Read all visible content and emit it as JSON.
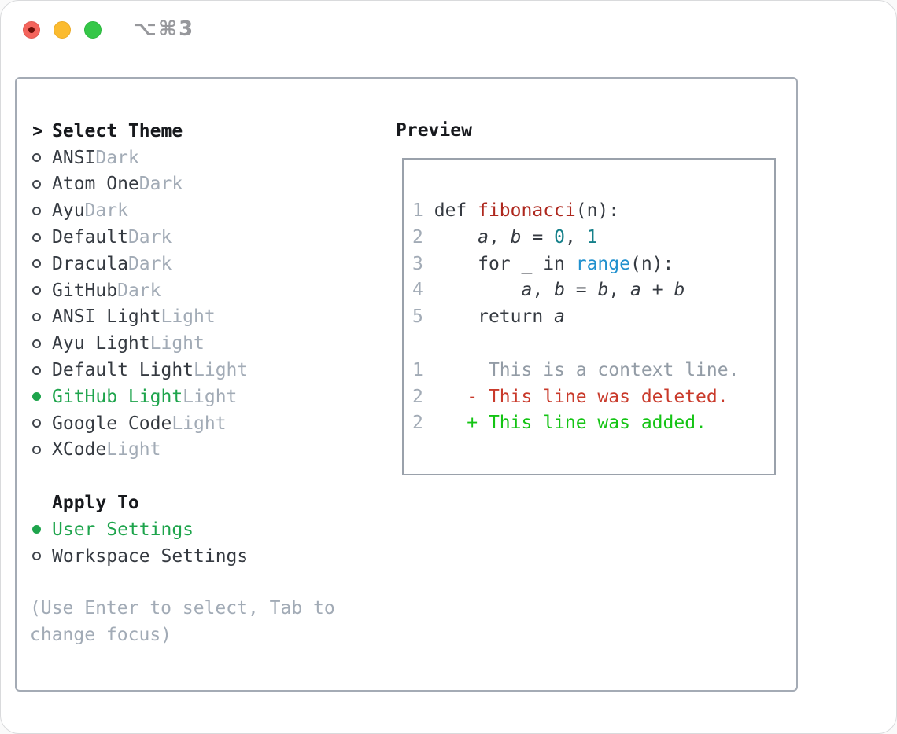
{
  "window": {
    "title": "⌥⌘3",
    "traffic_lights": {
      "close": "#f4645c",
      "minimize": "#fbbb2f",
      "zoom": "#35c748"
    }
  },
  "colors": {
    "selected_green": "#1ea44c",
    "diff_added_green": "#14c414",
    "diff_deleted_red": "#c93a2b",
    "function_red": "#ae281e",
    "number_teal": "#15808a",
    "builtin_blue": "#2090ce",
    "muted_gray": "#a2abb6",
    "text_dark": "#353a41",
    "border_gray": "#a4abb5"
  },
  "theme_panel": {
    "select_prefix": ">",
    "select_header": "Select Theme",
    "themes": [
      {
        "name": "ANSI",
        "variant": "Dark",
        "selected": false
      },
      {
        "name": "Atom One",
        "variant": "Dark",
        "selected": false
      },
      {
        "name": "Ayu",
        "variant": "Dark",
        "selected": false
      },
      {
        "name": "Default",
        "variant": "Dark",
        "selected": false
      },
      {
        "name": "Dracula",
        "variant": "Dark",
        "selected": false
      },
      {
        "name": "GitHub",
        "variant": "Dark",
        "selected": false
      },
      {
        "name": "ANSI Light",
        "variant": "Light",
        "selected": false
      },
      {
        "name": "Ayu Light",
        "variant": "Light",
        "selected": false
      },
      {
        "name": "Default Light",
        "variant": "Light",
        "selected": false
      },
      {
        "name": "GitHub Light",
        "variant": "Light",
        "selected": true
      },
      {
        "name": "Google Code",
        "variant": "Light",
        "selected": false
      },
      {
        "name": "XCode",
        "variant": "Light",
        "selected": false
      }
    ],
    "apply_header": "Apply To",
    "apply_options": [
      {
        "name": "User Settings",
        "selected": true
      },
      {
        "name": "Workspace Settings",
        "selected": false
      }
    ],
    "hint_lines": [
      "(Use Enter to select, Tab to",
      "change focus)"
    ]
  },
  "preview": {
    "header": "Preview",
    "lines": [
      {
        "num": "1",
        "tokens": [
          {
            "t": "def ",
            "s": "code"
          },
          {
            "t": "fibonacci",
            "s": "fn"
          },
          {
            "t": "(n):",
            "s": "code"
          }
        ]
      },
      {
        "num": "2",
        "tokens": [
          {
            "t": "    ",
            "s": "code"
          },
          {
            "t": "a",
            "s": "var"
          },
          {
            "t": ", ",
            "s": "code"
          },
          {
            "t": "b",
            "s": "var"
          },
          {
            "t": " = ",
            "s": "code"
          },
          {
            "t": "0",
            "s": "num"
          },
          {
            "t": ", ",
            "s": "code"
          },
          {
            "t": "1",
            "s": "num"
          }
        ]
      },
      {
        "num": "3",
        "tokens": [
          {
            "t": "    for _ in ",
            "s": "code"
          },
          {
            "t": "range",
            "s": "builtin"
          },
          {
            "t": "(n):",
            "s": "code"
          }
        ]
      },
      {
        "num": "4",
        "tokens": [
          {
            "t": "        ",
            "s": "code"
          },
          {
            "t": "a",
            "s": "var"
          },
          {
            "t": ", ",
            "s": "code"
          },
          {
            "t": "b",
            "s": "var"
          },
          {
            "t": " = ",
            "s": "code"
          },
          {
            "t": "b",
            "s": "var"
          },
          {
            "t": ", ",
            "s": "code"
          },
          {
            "t": "a",
            "s": "var"
          },
          {
            "t": " + ",
            "s": "code"
          },
          {
            "t": "b",
            "s": "var"
          }
        ]
      },
      {
        "num": "5",
        "tokens": [
          {
            "t": "    return ",
            "s": "code"
          },
          {
            "t": "a",
            "s": "var"
          }
        ]
      },
      {
        "num": "",
        "tokens": []
      },
      {
        "num": "1",
        "tokens": [
          {
            "t": "     This is a context line.",
            "s": "ctx"
          }
        ]
      },
      {
        "num": "2",
        "tokens": [
          {
            "t": "   - This line was deleted.",
            "s": "del"
          }
        ]
      },
      {
        "num": "2",
        "tokens": [
          {
            "t": "   + This line was added.",
            "s": "add"
          }
        ]
      }
    ]
  }
}
